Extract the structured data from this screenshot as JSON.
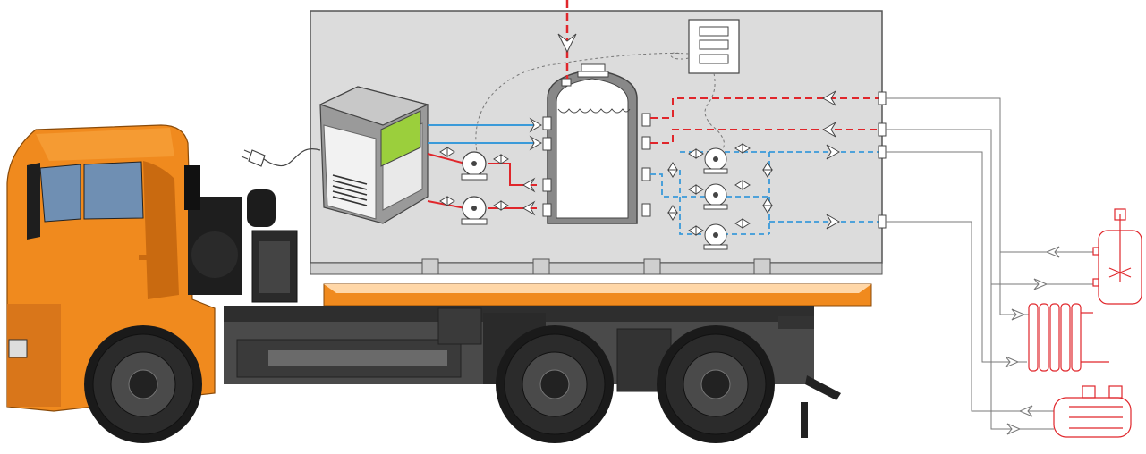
{
  "diagram": {
    "subject": "truck-mounted-heating-module",
    "palette": {
      "cab_orange": "#f08a1e",
      "cab_orange_dark": "#c96a10",
      "container_gray": "#dcdcdc",
      "frame_dark": "#3a3a3a",
      "hot_line": "#e0262b",
      "cold_line": "#3a9ad9",
      "signal_line": "#8c8c8c",
      "consumer_red": "#e0262b",
      "window_blue": "#6f8fb3",
      "boiler_green": "#9bcf3c"
    },
    "components": [
      "boiler-unit",
      "storage-tank",
      "circulation-pumps",
      "control-panel",
      "flow-ports",
      "external-reactor",
      "external-radiator",
      "external-heat-exchanger",
      "power-plug"
    ]
  }
}
